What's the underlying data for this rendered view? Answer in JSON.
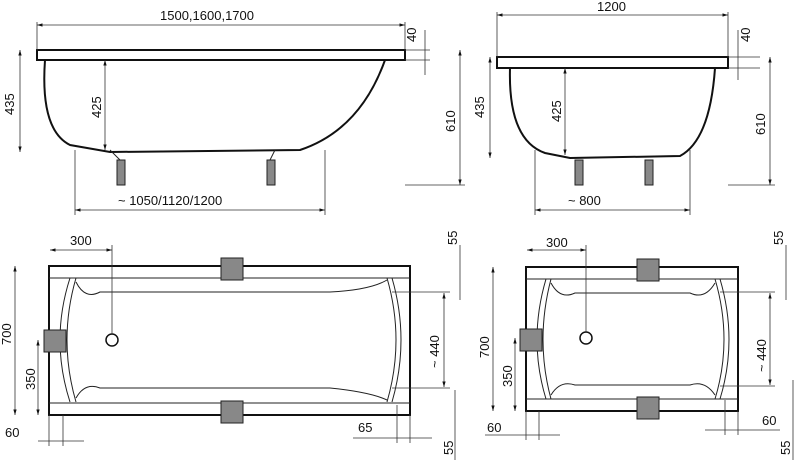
{
  "side_view_long": {
    "length": "1500,1600,1700",
    "rim": "40",
    "height_total": "435",
    "depth": "425",
    "height_feet": "610",
    "feet_span": "~ 1050/1120/1200"
  },
  "side_view_short": {
    "length": "1200",
    "rim": "40",
    "height_total": "435",
    "depth": "425",
    "height_feet": "610",
    "feet_span": "~ 800"
  },
  "plan_long": {
    "drain_offset": "300",
    "top_rim": "55",
    "width": "700",
    "half_width": "350",
    "inner_width": "~ 440",
    "left_rim": "60",
    "right_rim": "65",
    "bottom_rim": "55"
  },
  "plan_short": {
    "drain_offset": "300",
    "top_rim": "55",
    "width": "700",
    "half_width": "350",
    "inner_width": "~ 440",
    "left_rim": "60",
    "right_rim": "60",
    "bottom_rim": "55"
  }
}
